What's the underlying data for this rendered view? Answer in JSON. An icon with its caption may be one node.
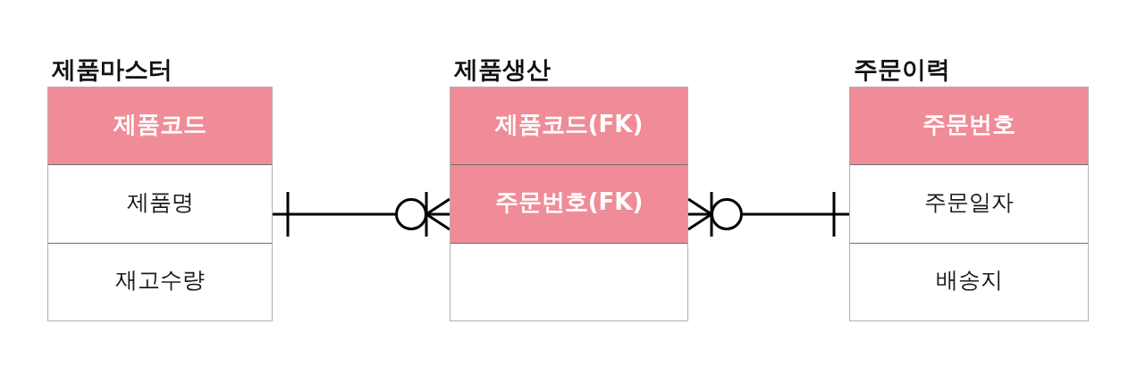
{
  "diagram": {
    "nodes": [
      {
        "text": [
          "제품마스터"
        ]
      },
      {
        "text": [
          "제품코드"
        ],
        "in": 0
      },
      {
        "text": [
          "제품명"
        ],
        "in": 0
      },
      {
        "text": [
          "재고수량"
        ],
        "in": 0
      },
      {
        "text": [
          "제품생산"
        ]
      },
      {
        "text": [
          "제품코드(FK)"
        ],
        "in": 4
      },
      {
        "text": [
          "주문번호(FK)"
        ],
        "in": 4
      },
      {
        "text": [],
        "shape": "box",
        "in": 4
      },
      {
        "text": [
          "주문이력"
        ]
      },
      {
        "text": [
          "주문번호"
        ],
        "in": 8
      },
      {
        "text": [
          "주문일자"
        ],
        "in": 8
      },
      {
        "text": [
          "배송지"
        ],
        "in": 8
      }
    ],
    "edges": [
      {
        "from": 0,
        "to": 4,
        "arrow": "other"
      },
      {
        "from": 8,
        "to": 4,
        "arrow": "other"
      }
    ]
  }
}
